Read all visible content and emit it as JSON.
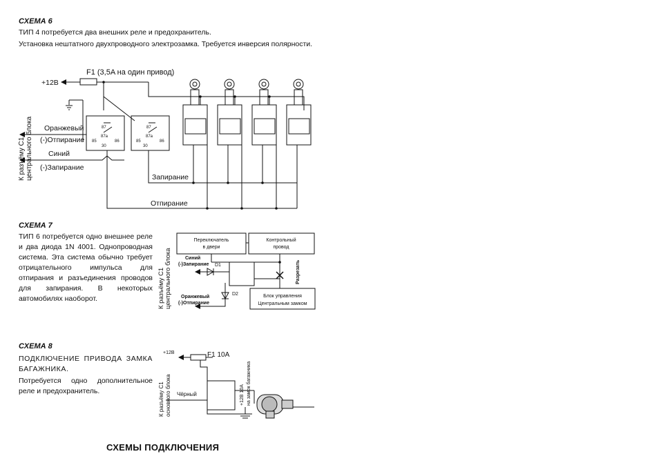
{
  "scheme6": {
    "heading": "СХЕМА 6",
    "line1": "ТИП 4 потребуется два внешних реле и предохранитель.",
    "line2": "Установка нештатного двухпроводного электрозамка. Требуется инверсия полярности.",
    "fuse_label": "F1 (3,5A на один привод)",
    "plus12": "+12В",
    "wire_orange": "Оранжевый",
    "unlock": "(-)Отпирание",
    "wire_blue": "Синий",
    "lock": "(-)Запирание",
    "connector_label_1": "К разъёму С1",
    "connector_label_2": "центрального блока",
    "bus_lock": "Запирание",
    "bus_unlock": "Отпирание",
    "pins": [
      "87",
      "87a",
      "85",
      "86",
      "30"
    ]
  },
  "scheme7": {
    "heading": "СХЕМА 7",
    "text": "ТИП 6 потребуется одно внешнее реле и два диода 1N 4001. Однопроводная система. Эта система обычно требует отрицательного импульса для отпирания и разъединения проводов для запирания. В некоторых автомобилях наоборот.",
    "door_switch_1": "Переключатель",
    "door_switch_2": "в двери",
    "control_wire_1": "Контрольный",
    "control_wire_2": "провод",
    "blue_lock_1": "Синий",
    "blue_lock_2": "(-)Запирание",
    "orange_unlock_1": "Оранжевый",
    "orange_unlock_2": "(-)Отпирание",
    "cut": "Разрезать",
    "cl_unit_1": "Блок управления",
    "cl_unit_2": "Центральным замком",
    "d1": "D1",
    "d2": "D2",
    "connector_label_1": "К разъёму С1",
    "connector_label_2": "центрального блока"
  },
  "scheme8": {
    "heading": "СХЕМА 8",
    "title": "ПОДКЛЮЧЕНИЕ ПРИВОДА ЗАМКА БАГАЖНИКА.",
    "text": "Потребуется одно дополнительное реле и предохранитель.",
    "plus12": "+12В",
    "fuse": "F1 10A",
    "black": "Чёрный",
    "trunk_1": "+12В 10А",
    "trunk_2": "на замок багажника",
    "connector_label_1": "К разъёму С1",
    "connector_label_2": "основного блока"
  },
  "footer": "СХЕМЫ ПОДКЛЮЧЕНИЯ"
}
